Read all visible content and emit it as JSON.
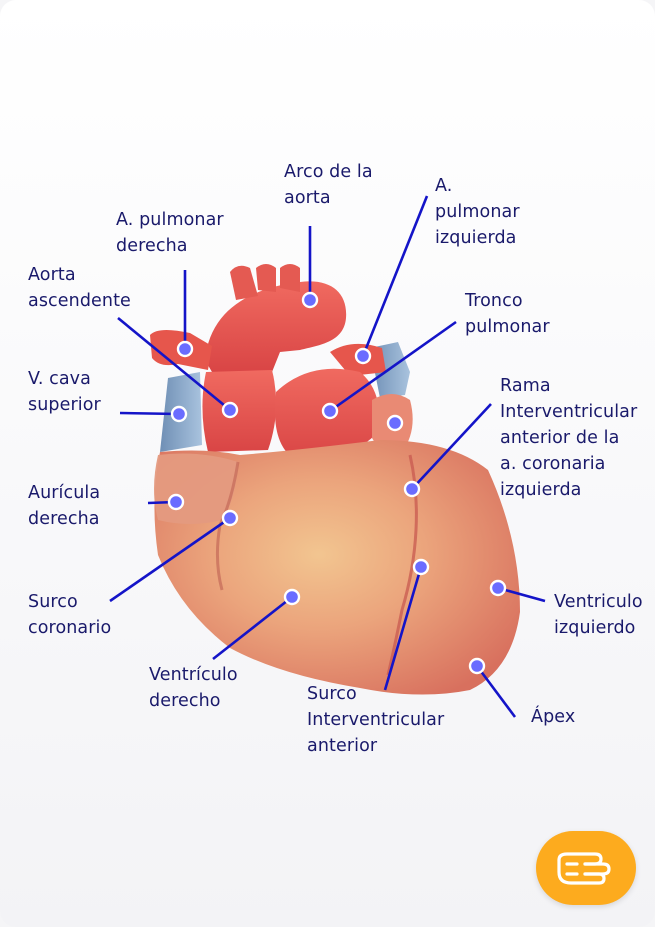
{
  "labels": {
    "arco_aorta": "Arco de la\naorta",
    "a_pulmonar_izquierda": "A.\npulmonar\nizquierda",
    "a_pulmonar_derecha": "A. pulmonar\nderecha",
    "aorta_ascendente": "Aorta\nascendente",
    "tronco_pulmonar": "Tronco\npulmonar",
    "v_cava_superior": "V. cava\nsuperior",
    "rama_interventricular": "Rama\nInterventricular\nanterior de la\na. coronaria\nizquierda",
    "auricula_derecha": "Aurícula\nderecha",
    "surco_coronario": "Surco\ncoronario",
    "ventriculo_izquierdo": "Ventriculo\nizquierdo",
    "ventriculo_derecho": "Ventrículo\nderecho",
    "surco_interventricular": "Surco\nInterventricular\nanterior",
    "apex": "Ápex"
  },
  "colors": {
    "label_text": "#1a1a6b",
    "leader_line": "#1414c8",
    "marker_fill": "#6a6cff",
    "marker_stroke": "#ffffff",
    "help_button": "#fdab1e"
  },
  "help_button": {
    "icon": "hand-pointing-icon"
  }
}
